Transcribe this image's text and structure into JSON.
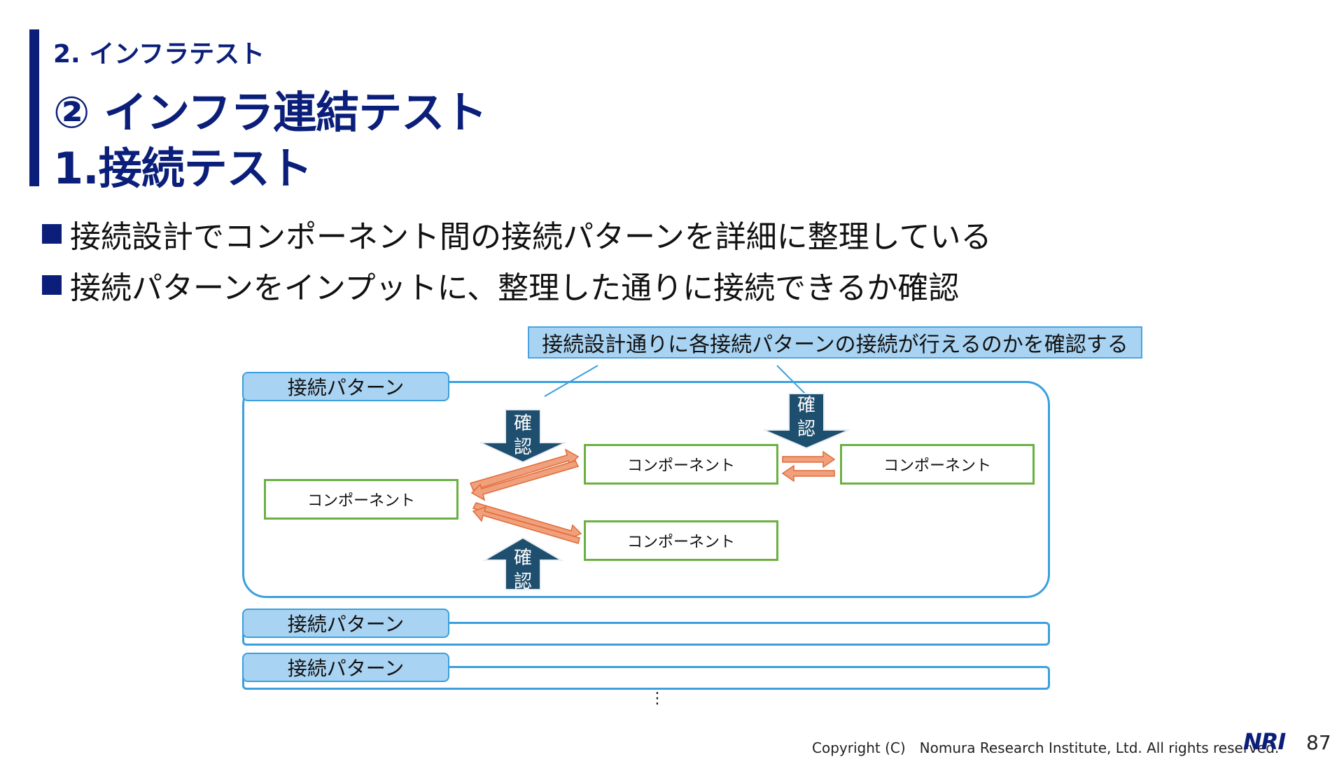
{
  "header": {
    "section": "2. インフラテスト",
    "title_line1": "② インフラ連結テスト",
    "title_line2": "1.接続テスト"
  },
  "bullets": [
    "接続設計でコンポーネント間の接続パターンを詳細に整理している",
    "接続パターンをインプットに、整理した通りに接続できるか確認"
  ],
  "diagram": {
    "callout": "接続設計通りに各接続パターンの接続が行えるのかを確認する",
    "pattern_tabs": [
      "接続パターン",
      "接続パターン",
      "接続パターン"
    ],
    "components": [
      "コンポーネント",
      "コンポーネント",
      "コンポーネント",
      "コンポーネント"
    ],
    "check_arrows": [
      {
        "line1": "確",
        "line2": "認"
      },
      {
        "line1": "確",
        "line2": "認"
      },
      {
        "line1": "確",
        "line2": "認"
      }
    ],
    "ellipsis": "⋮",
    "colors": {
      "frame": "#3aa0dd",
      "tab_fill": "#a9d3f2",
      "component_border": "#6bb043",
      "connection_arrow": "#f0a07a",
      "check_arrow": "#1f4f6e",
      "title": "#0b1f7a"
    }
  },
  "footer": {
    "copyright": "Copyright (C)　Nomura Research Institute, Ltd. All rights reserved.",
    "logo": "NRI",
    "page": "87"
  }
}
